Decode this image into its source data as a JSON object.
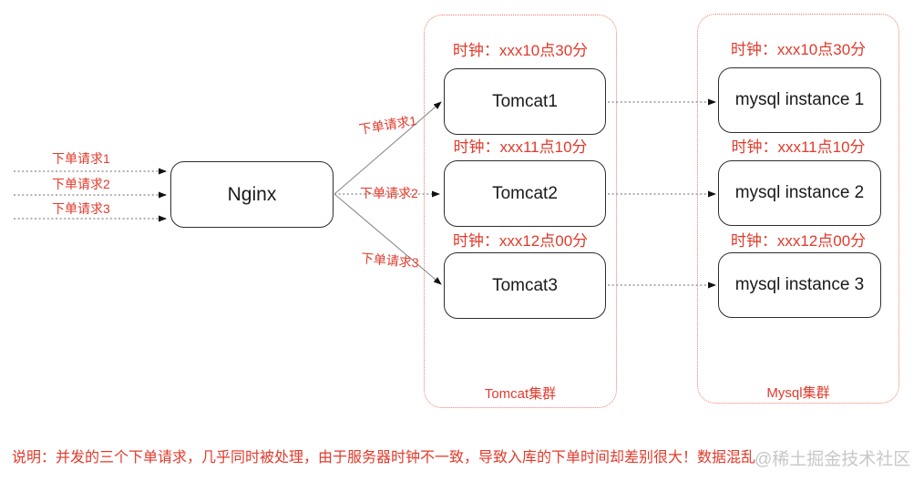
{
  "left_requests": [
    "下单请求1",
    "下单请求2",
    "下单请求3"
  ],
  "nginx": {
    "label": "Nginx"
  },
  "fanout_labels": [
    "下单请求1",
    "下单请求2",
    "下单请求3"
  ],
  "tomcat_cluster": {
    "title": "Tomcat集群",
    "nodes": [
      {
        "clock": "时钟：xxx10点30分",
        "name": "Tomcat1"
      },
      {
        "clock": "时钟：xxx11点10分",
        "name": "Tomcat2"
      },
      {
        "clock": "时钟：xxx12点00分",
        "name": "Tomcat3"
      }
    ]
  },
  "mysql_cluster": {
    "title": "Mysql集群",
    "nodes": [
      {
        "clock": "时钟：xxx10点30分",
        "name": "mysql instance 1"
      },
      {
        "clock": "时钟：xxx11点10分",
        "name": "mysql instance 2"
      },
      {
        "clock": "时钟：xxx12点00分",
        "name": "mysql instance 3"
      }
    ]
  },
  "note": {
    "text": "说明：并发的三个下单请求，几乎同时被处理，由于服务器时钟不一致，导致入库的下单时间却差别很大！数据混乱"
  },
  "watermark": {
    "text": "@稀土掘金技术社区"
  },
  "colors": {
    "accent_red": "#e23a2b",
    "cluster_border_red": "#ee7b6d",
    "node_border": "#2d2d2d",
    "connector_gray": "#999999",
    "watermark_gray": "#c7c7c7"
  }
}
